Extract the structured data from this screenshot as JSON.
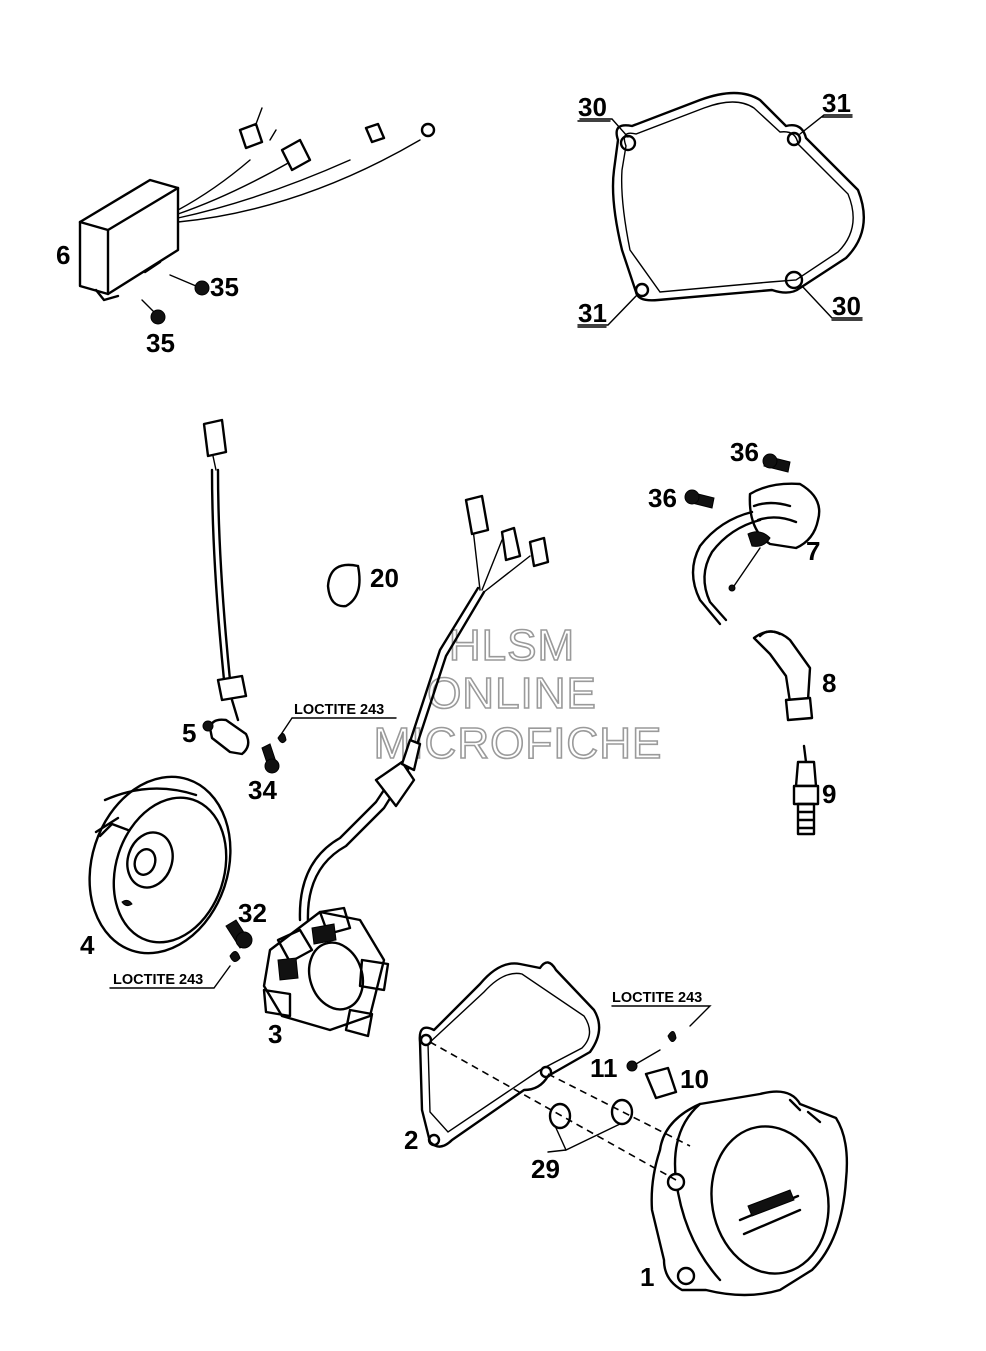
{
  "watermark": {
    "line1": "HLSM",
    "line2": "ONLINE",
    "line3": "MICROFICHE"
  },
  "note_loctite": "LOCTITE 243",
  "callouts": {
    "p1": "1",
    "p2": "2",
    "p3": "3",
    "p4": "4",
    "p5": "5",
    "p6": "6",
    "p7": "7",
    "p8": "8",
    "p9": "9",
    "p10": "10",
    "p11": "11",
    "p20": "20",
    "p29": "29",
    "p30": "30",
    "p31": "31",
    "p32": "32",
    "p34": "34",
    "p35": "35",
    "p36": "36"
  }
}
